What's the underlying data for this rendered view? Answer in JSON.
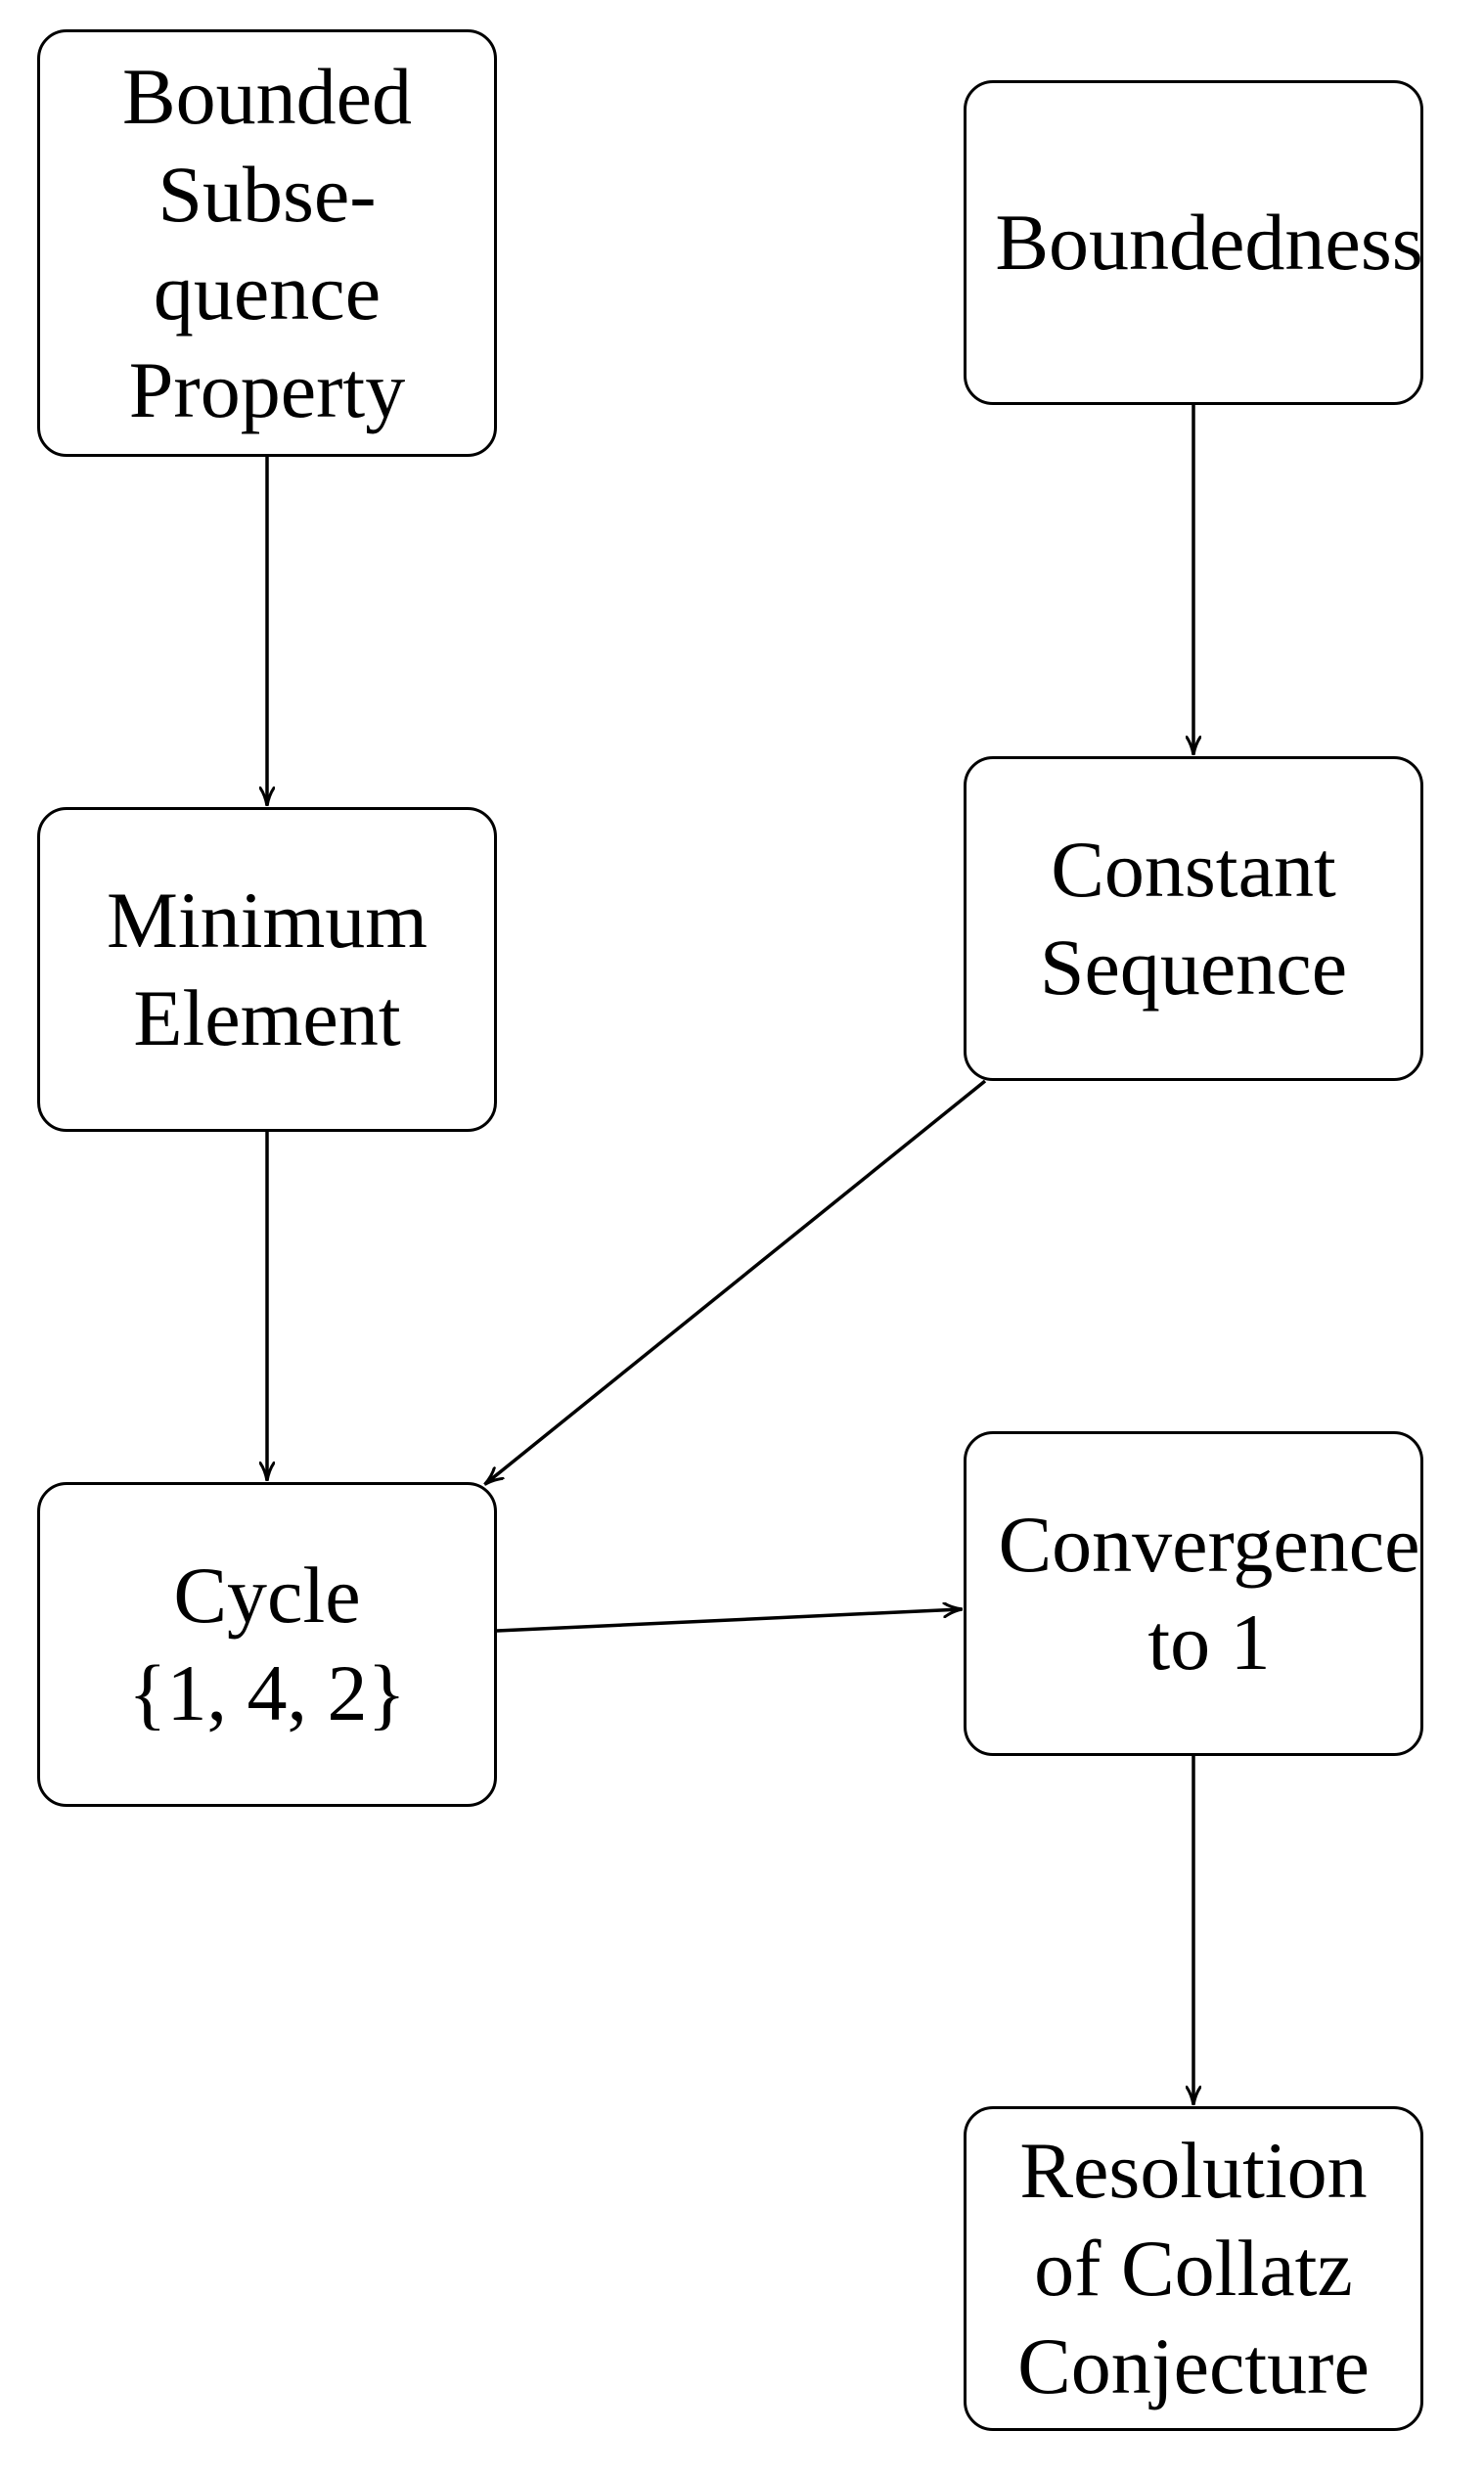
{
  "diagram": {
    "nodes": [
      {
        "id": "bounded",
        "lines": [
          "Bounded",
          "Subse-",
          "quence",
          "Property"
        ]
      },
      {
        "id": "boundedness",
        "lines": [
          "Boundedness"
        ]
      },
      {
        "id": "minimum",
        "lines": [
          "Minimum",
          "Element"
        ]
      },
      {
        "id": "constant",
        "lines": [
          "Constant",
          "Sequence"
        ]
      },
      {
        "id": "cycle",
        "lines": [
          "Cycle",
          "{1, 4, 2}"
        ]
      },
      {
        "id": "convergence",
        "lines": [
          "Convergence",
          "to 1"
        ]
      },
      {
        "id": "resolution",
        "lines": [
          "Resolution",
          "of Collatz",
          "Conjecture"
        ]
      }
    ],
    "edges": [
      {
        "from": "bounded",
        "to": "minimum"
      },
      {
        "from": "boundedness",
        "to": "constant"
      },
      {
        "from": "minimum",
        "to": "cycle"
      },
      {
        "from": "constant",
        "to": "cycle"
      },
      {
        "from": "cycle",
        "to": "convergence"
      },
      {
        "from": "convergence",
        "to": "resolution"
      }
    ]
  }
}
